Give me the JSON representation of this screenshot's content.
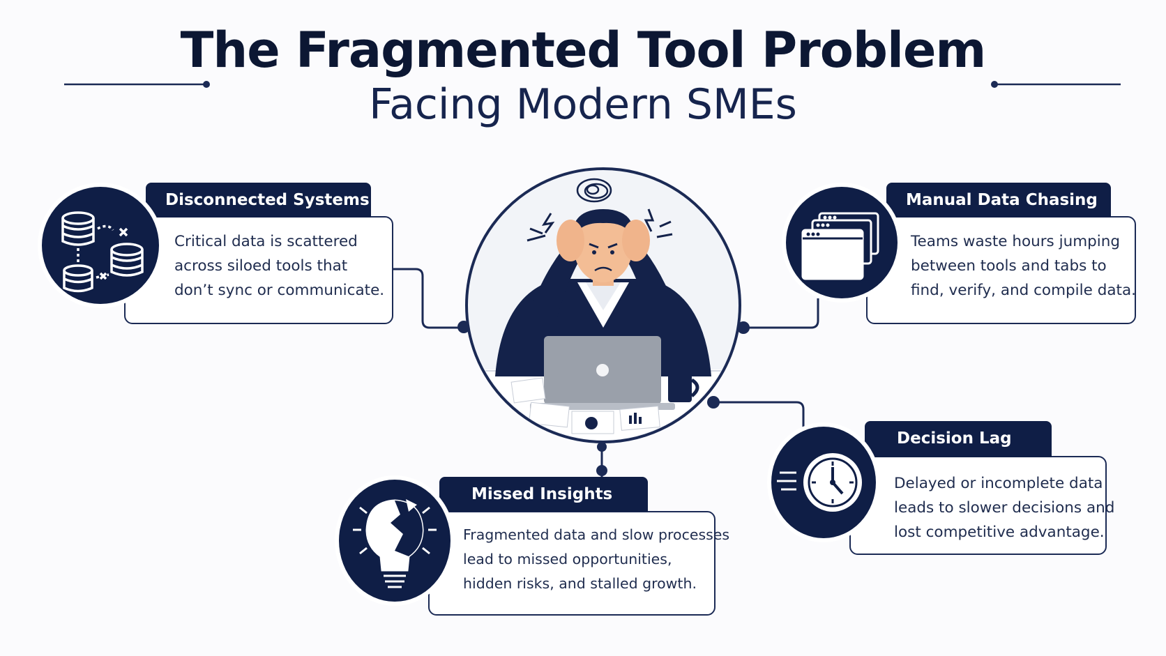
{
  "header": {
    "title": "The Fragmented Tool Problem",
    "subtitle": "Facing Modern SMEs"
  },
  "cards": [
    {
      "id": "disconnected",
      "title": "Disconnected Systems",
      "lines": [
        "Critical data is scattered",
        "across siloed tools that",
        "don’t sync or communicate."
      ],
      "icon": "database-icon"
    },
    {
      "id": "manual",
      "title": "Manual Data Chasing",
      "lines": [
        "Teams waste hours jumping",
        "between tools and tabs to",
        "find, verify, and compile data."
      ],
      "icon": "windows-icon"
    },
    {
      "id": "insights",
      "title": "Missed Insights",
      "lines": [
        "Fragmented data and slow processes",
        "lead to missed opportunities,",
        "hidden risks, and stalled growth."
      ],
      "icon": "broken-lightbulb-icon"
    },
    {
      "id": "lag",
      "title": "Decision Lag",
      "lines": [
        "Delayed or incomplete data",
        "leads to slower decisions and",
        "lost competitive advantage."
      ],
      "icon": "clock-icon"
    }
  ],
  "center": {
    "icon": "stressed-person-icon"
  },
  "colors": {
    "navy": "#0f1e46",
    "line": "#1b2a55",
    "background": "#fbfbfd"
  }
}
